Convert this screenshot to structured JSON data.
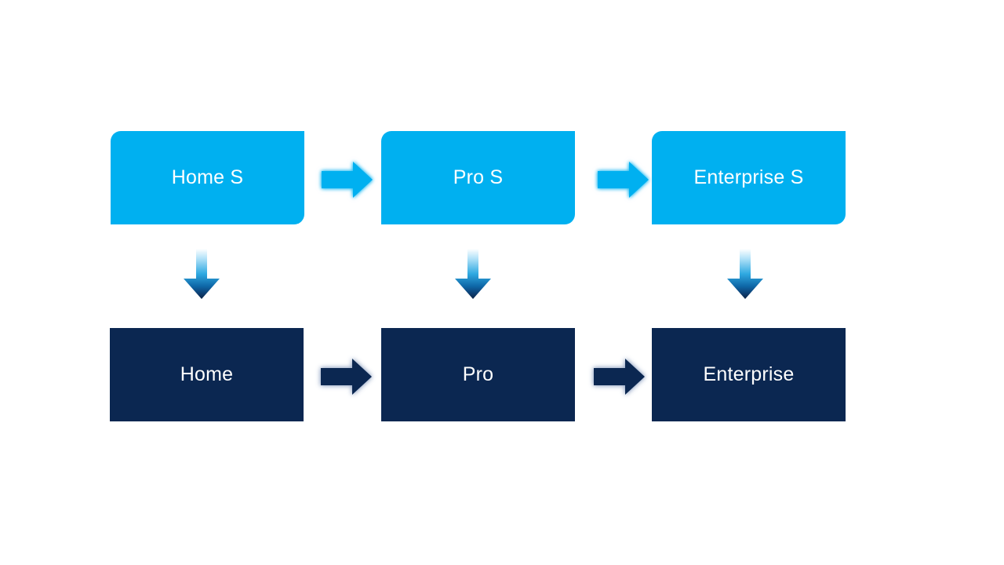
{
  "diagram": {
    "colors": {
      "background": "#ffffff",
      "cyan": "#00B0F0",
      "navy": "#0B2751",
      "text": "#ffffff"
    },
    "top_row": [
      {
        "label": "Home S"
      },
      {
        "label": "Pro S"
      },
      {
        "label": "Enterprise S"
      }
    ],
    "bottom_row": [
      {
        "label": "Home"
      },
      {
        "label": "Pro"
      },
      {
        "label": "Enterprise"
      }
    ],
    "connectors": {
      "top_right_arrow_count": 2,
      "bottom_right_arrow_count": 2,
      "down_arrow_count": 3
    }
  }
}
